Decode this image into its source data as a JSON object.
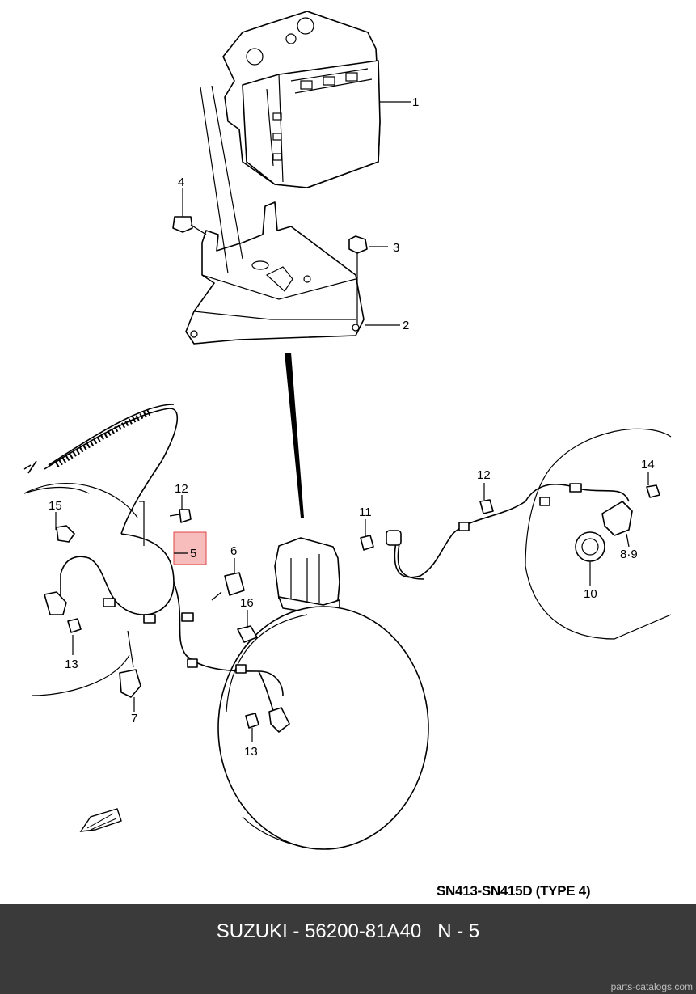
{
  "callouts": [
    "1",
    "2",
    "3",
    "4",
    "5",
    "12",
    "15",
    "6",
    "16",
    "13",
    "7",
    "13",
    "11",
    "12",
    "14",
    "8·9",
    "10"
  ],
  "type_label": "SN413-SN415D (TYPE 4)",
  "footer": {
    "brand": "SUZUKI",
    "sep": " - ",
    "part_number": "56200-81A40",
    "ref": "N - 5"
  },
  "watermark": "parts-catalogs.com",
  "colors": {
    "highlight": "#f4a6a6",
    "footer_bg": "#3a3a3a"
  }
}
